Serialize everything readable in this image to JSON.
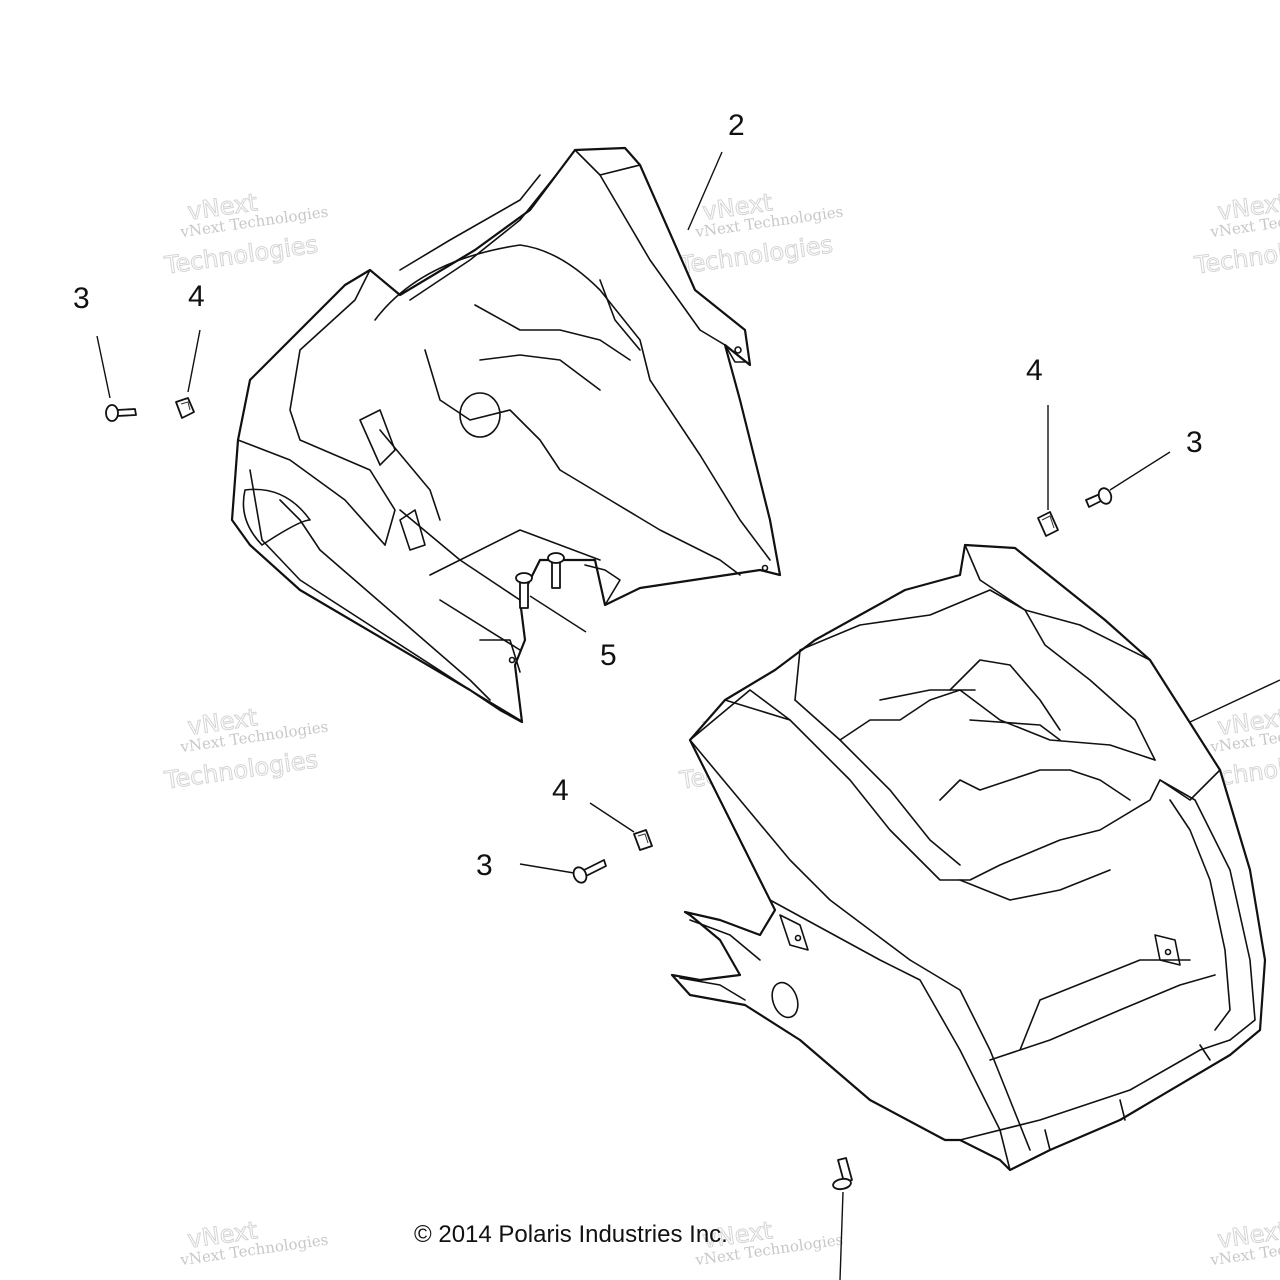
{
  "callouts": [
    {
      "id": "c2",
      "label": "2"
    },
    {
      "id": "c3a",
      "label": "3"
    },
    {
      "id": "c4a",
      "label": "4"
    },
    {
      "id": "c4b",
      "label": "4"
    },
    {
      "id": "c3b",
      "label": "3"
    },
    {
      "id": "c5",
      "label": "5"
    },
    {
      "id": "c4c",
      "label": "4"
    },
    {
      "id": "c3c",
      "label": "3"
    }
  ],
  "watermark": {
    "line1": "vNext Technologies",
    "line2": "vNext",
    "line3": "Technologies"
  },
  "copyright": "© 2014 Polaris Industries Inc."
}
